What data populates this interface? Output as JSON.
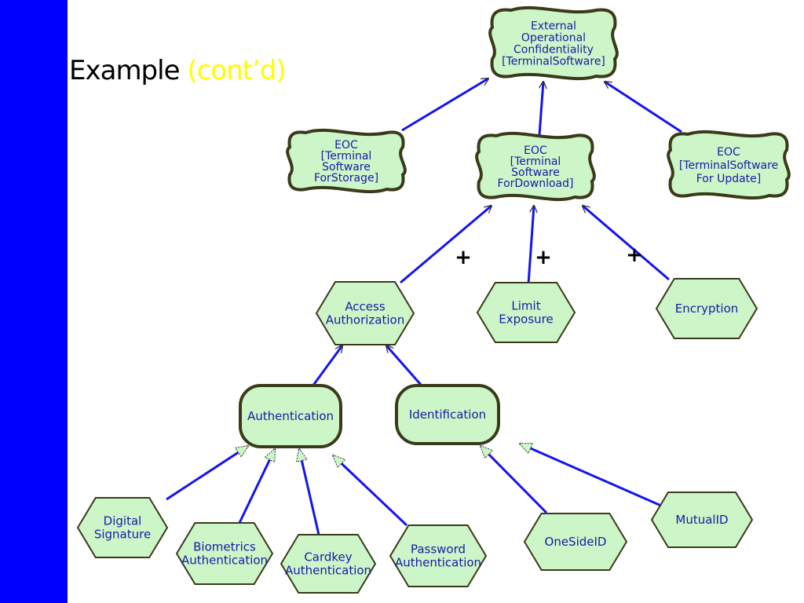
{
  "slide": {
    "title_main": "Example",
    "title_accent": "(cont’d)",
    "bar_color": "#0000ff",
    "accent_color": "#ffff00"
  },
  "diagram": {
    "node_fill": "#ccf5c8",
    "node_stroke": "#3a3a1a",
    "edge_color": "#1414ee",
    "softgoals": {
      "root": [
        "External",
        "Operational",
        "Confidentiality",
        "[TerminalSoftware]"
      ],
      "storage": [
        "EOC",
        "[Terminal",
        "Software",
        "ForStorage]"
      ],
      "download": [
        "EOC",
        "[Terminal",
        "Software",
        "ForDownload]"
      ],
      "update": [
        "EOC",
        "[TerminalSoftware",
        "For Update]"
      ]
    },
    "tasks": {
      "access": [
        "Access",
        "Authorization"
      ],
      "limit": [
        "Limit",
        "Exposure"
      ],
      "encryption": [
        "Encryption"
      ],
      "digital": [
        "Digital",
        "Signature"
      ],
      "biometrics": [
        "Biometrics",
        "Authentication"
      ],
      "cardkey": [
        "Cardkey",
        "Authentication"
      ],
      "password": [
        "Password",
        "Authentication"
      ],
      "onesideid": [
        "OneSideID"
      ],
      "mutualid": [
        "MutualID"
      ]
    },
    "goals": {
      "authentication": [
        "Authentication"
      ],
      "identification": [
        "Identification"
      ]
    },
    "contribution_plus": [
      "+",
      "+",
      "+"
    ]
  }
}
